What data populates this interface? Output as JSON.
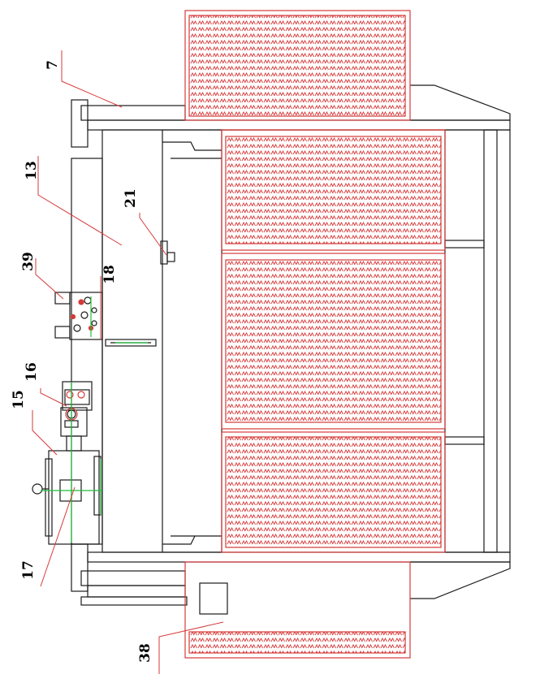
{
  "colors": {
    "frame": "#1a1a1a",
    "panel": "#d63a3a",
    "guide": "#1fbf3a",
    "leader": "#d63a3a"
  },
  "labels": {
    "l7": "7",
    "l13": "13",
    "l21": "21",
    "l39": "39",
    "l18": "18",
    "l16": "16",
    "l15": "15",
    "l17": "17",
    "l38": "38"
  }
}
